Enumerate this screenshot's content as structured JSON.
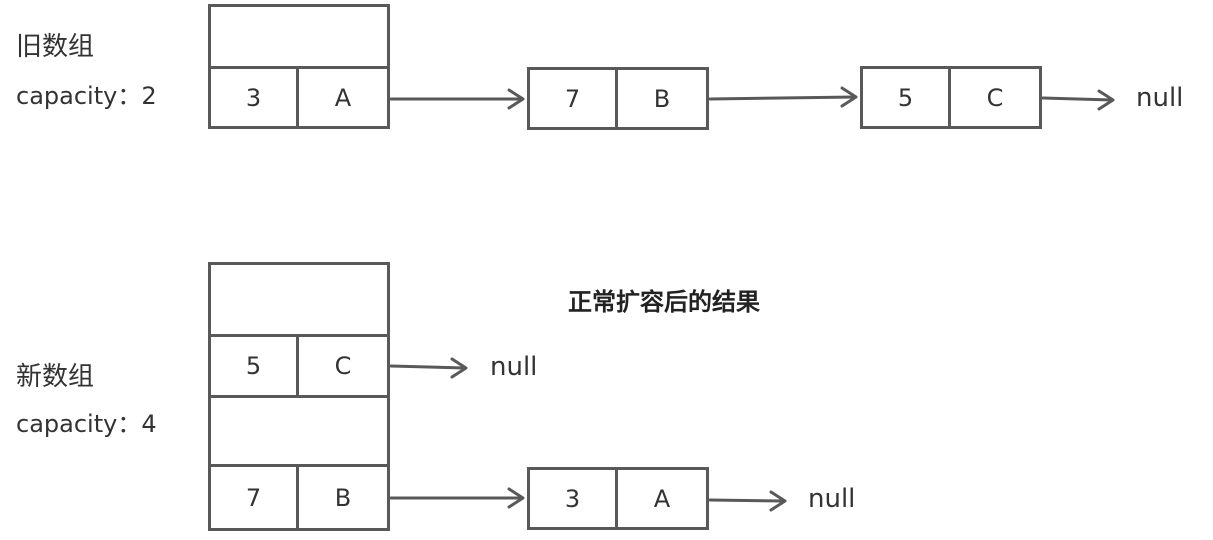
{
  "old_array": {
    "label": "旧数组",
    "capacity": "capacity：2",
    "buckets": [
      {
        "key": "",
        "value": ""
      },
      {
        "key": "3",
        "value": "A"
      }
    ],
    "chain": [
      {
        "key": "7",
        "value": "B"
      },
      {
        "key": "5",
        "value": "C"
      }
    ],
    "terminal": "null"
  },
  "new_array": {
    "label": "新数组",
    "capacity": "capacity：4",
    "title": "正常扩容后的结果",
    "buckets": [
      {
        "key": "",
        "value": ""
      },
      {
        "key": "5",
        "value": "C"
      },
      {
        "key": "",
        "value": ""
      },
      {
        "key": "7",
        "value": "B"
      }
    ],
    "chain_bucket1_terminal": "null",
    "chain_bucket3": [
      {
        "key": "3",
        "value": "A"
      }
    ],
    "chain_bucket3_terminal": "null"
  },
  "colors": {
    "stroke": "#595959",
    "text": "#333333"
  }
}
